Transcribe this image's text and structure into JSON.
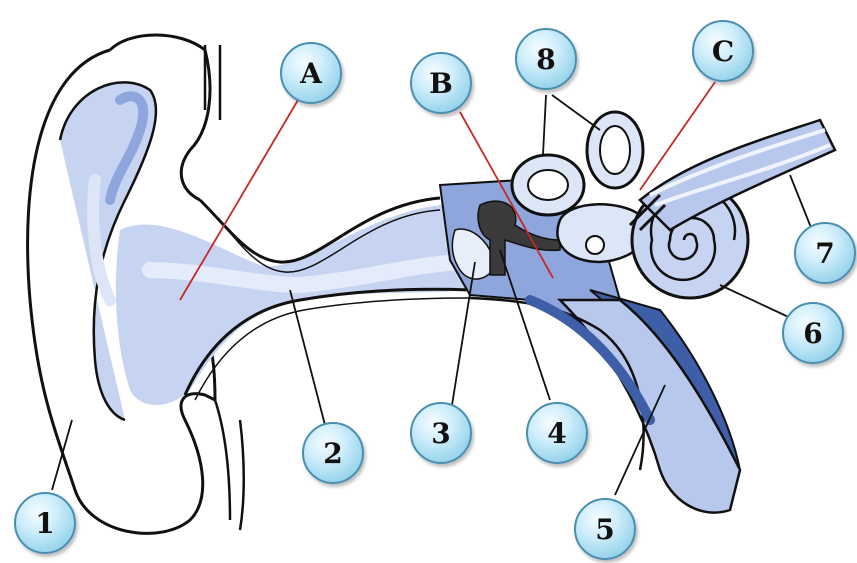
{
  "colors": {
    "outline": "#111111",
    "fill_light": "#dce6f7",
    "fill_mid": "#b7c8ec",
    "fill_dark": "#8fa6dd",
    "pointer_line": "#c62828",
    "marker_fill": "#bfe7f7"
  },
  "labels": {
    "A": "A",
    "B": "B",
    "C": "C",
    "n1": "1",
    "n2": "2",
    "n3": "3",
    "n4": "4",
    "n5": "5",
    "n6": "6",
    "n7": "7",
    "n8": "8"
  }
}
